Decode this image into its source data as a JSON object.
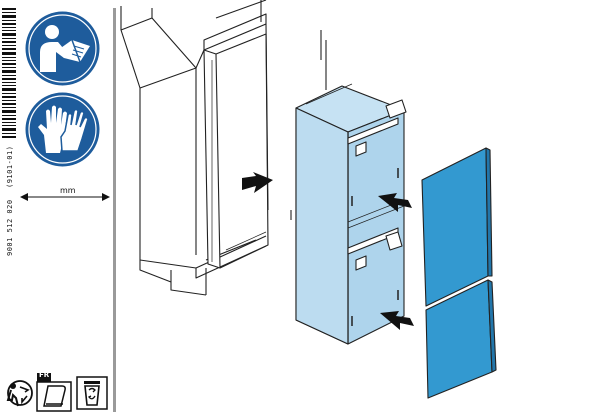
{
  "sidebar": {
    "doc_code": "9001 512 020",
    "doc_rev": "(9101-01)",
    "dimension_unit": "mm",
    "bottom_badge": "FR"
  },
  "icons": {
    "manual": "read-manual-icon",
    "gloves": "wear-gloves-icon",
    "recycling": "recycling-icon",
    "paper": "paper-icon",
    "bin": "waste-bin-icon"
  },
  "colors": {
    "safety_blue": "#1e5c9c",
    "fridge_body": "#aed4ec",
    "door_panel": "#3399d0",
    "outline": "#222222"
  }
}
